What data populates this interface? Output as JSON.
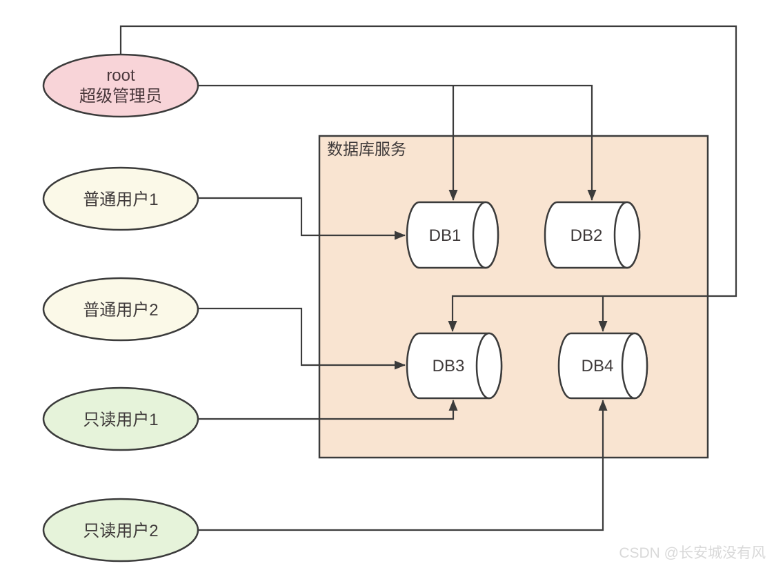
{
  "diagram": {
    "box": {
      "label": "数据库服务",
      "fill": "#f9e4d1"
    },
    "users": [
      {
        "label_line1": "root",
        "label_line2": "超级管理员",
        "fill": "#f8d4d8"
      },
      {
        "label": "普通用户1",
        "fill": "#fbf9e8"
      },
      {
        "label": "普通用户2",
        "fill": "#fbf9e8"
      },
      {
        "label": "只读用户1",
        "fill": "#e6f3da"
      },
      {
        "label": "只读用户2",
        "fill": "#e6f3da"
      }
    ],
    "databases": [
      {
        "label": "DB1"
      },
      {
        "label": "DB2"
      },
      {
        "label": "DB3"
      },
      {
        "label": "DB4"
      }
    ],
    "watermark": "CSDN @长安城没有风",
    "colors": {
      "line": "#3b3b3b",
      "text": "#3f3a3a",
      "box_fill": "#f9e4d1",
      "super_admin_fill": "#f8d4d8",
      "normal_user_fill": "#fbf9e8",
      "readonly_user_fill": "#e6f3da",
      "watermark": "#d9d9d9"
    }
  }
}
